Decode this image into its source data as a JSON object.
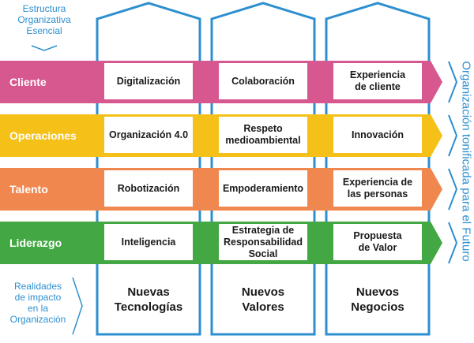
{
  "top_note": [
    "Estructura",
    "Organizativa",
    "Esencial"
  ],
  "bottom_note": [
    "Realidades",
    "de impacto",
    "en la",
    "Organización"
  ],
  "vertical_title": "Organización tonificada para el Futuro",
  "colors": {
    "cliente": "#d6588f",
    "operaciones": "#f5c118",
    "talento": "#f0874f",
    "liderazgo": "#43a843",
    "outline": "#2d8fd0"
  },
  "rows": [
    {
      "label": "Cliente",
      "cells": [
        "Digitalización",
        "Colaboración",
        "Experiencia\nde cliente"
      ]
    },
    {
      "label": "Operaciones",
      "cells": [
        "Organización 4.0",
        "Respeto\nmedioambiental",
        "Innovación"
      ]
    },
    {
      "label": "Talento",
      "cells": [
        "Robotización",
        "Empoderamiento",
        "Experiencia de\nlas personas"
      ]
    },
    {
      "label": "Liderazgo",
      "cells": [
        "Inteligencia",
        "Estrategia de\nResponsabilidad\nSocial",
        "Propuesta\nde Valor"
      ]
    }
  ],
  "columns": [
    {
      "title": "Nuevas\nTecnologías"
    },
    {
      "title": "Nuevos\nValores"
    },
    {
      "title": "Nuevos\nNegocios"
    }
  ]
}
